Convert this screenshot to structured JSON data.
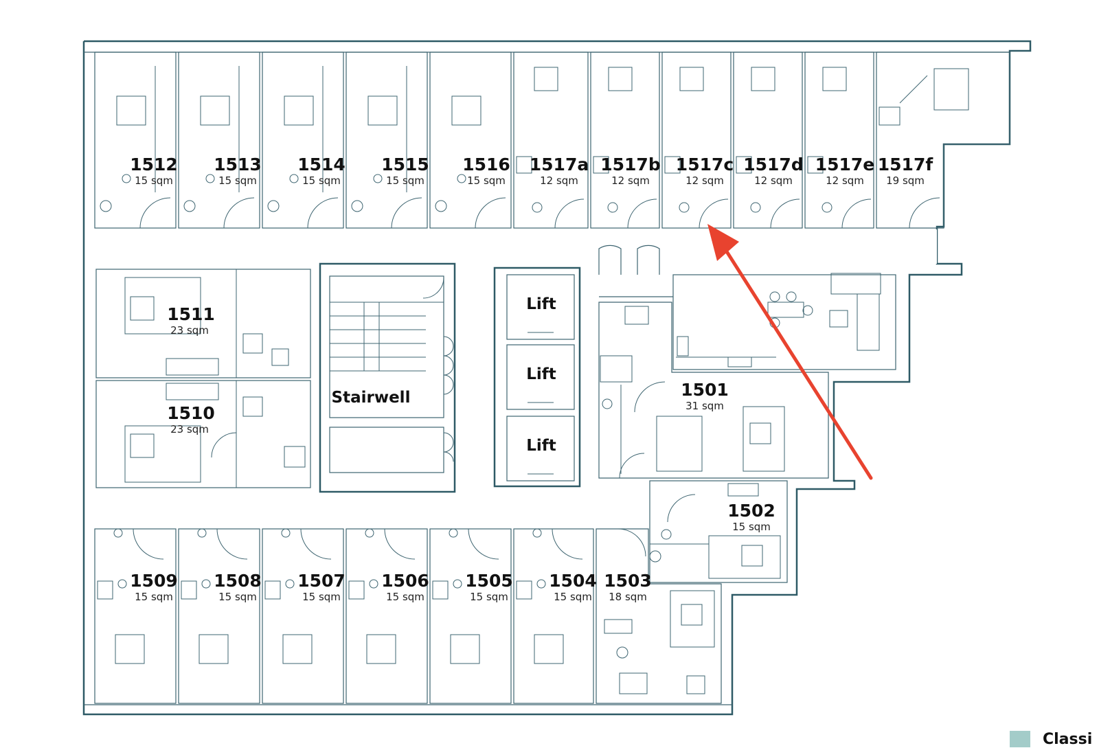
{
  "colors": {
    "classic": "#a3ccc9",
    "compact": "#e99a9a",
    "twodio": "#c7a28c",
    "studio": "#dcc597",
    "accessible": "#9ccb95",
    "wall": "#2e5a66",
    "arrow": "#e8432f"
  },
  "rooms": {
    "r1512": {
      "number": "1512",
      "area": "15 sqm"
    },
    "r1513": {
      "number": "1513",
      "area": "15 sqm"
    },
    "r1514": {
      "number": "1514",
      "area": "15 sqm"
    },
    "r1515": {
      "number": "1515",
      "area": "15 sqm"
    },
    "r1516": {
      "number": "1516",
      "area": "15 sqm"
    },
    "r1517a": {
      "number": "1517a",
      "area": "12 sqm"
    },
    "r1517b": {
      "number": "1517b",
      "area": "12 sqm"
    },
    "r1517c": {
      "number": "1517c",
      "area": "12 sqm"
    },
    "r1517d": {
      "number": "1517d",
      "area": "12 sqm"
    },
    "r1517e": {
      "number": "1517e",
      "area": "12 sqm"
    },
    "r1517f": {
      "number": "1517f",
      "area": "19 sqm"
    },
    "r1511": {
      "number": "1511",
      "area": "23 sqm"
    },
    "r1510": {
      "number": "1510",
      "area": "23 sqm"
    },
    "r1501": {
      "number": "1501",
      "area": "31 sqm"
    },
    "r1502": {
      "number": "1502",
      "area": "15 sqm"
    },
    "r1503": {
      "number": "1503",
      "area": "18 sqm"
    },
    "r1504": {
      "number": "1504",
      "area": "15 sqm"
    },
    "r1505": {
      "number": "1505",
      "area": "15 sqm"
    },
    "r1506": {
      "number": "1506",
      "area": "15 sqm"
    },
    "r1507": {
      "number": "1507",
      "area": "15 sqm"
    },
    "r1508": {
      "number": "1508",
      "area": "15 sqm"
    },
    "r1509": {
      "number": "1509",
      "area": "15 sqm"
    }
  },
  "facilities": {
    "stairwell": "Stairwell",
    "lift1": "Lift",
    "lift2": "Lift",
    "lift3": "Lift"
  },
  "legend": {
    "label": "Classi"
  }
}
